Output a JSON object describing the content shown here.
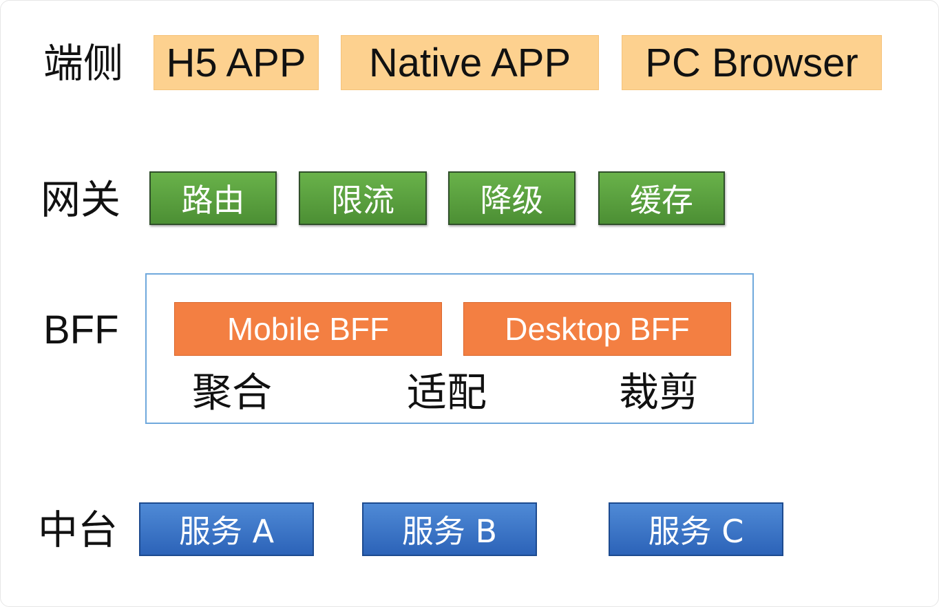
{
  "layers": {
    "client": {
      "label": "端侧",
      "items": [
        "H5 APP",
        "Native APP",
        "PC Browser"
      ]
    },
    "gateway": {
      "label": "网关",
      "items": [
        "路由",
        "限流",
        "降级",
        "缓存"
      ]
    },
    "bff": {
      "label": "BFF",
      "items": [
        "Mobile BFF",
        "Desktop BFF"
      ],
      "features": [
        "聚合",
        "适配",
        "裁剪"
      ]
    },
    "platform": {
      "label": "中台",
      "items": [
        "服务 A",
        "服务 B",
        "服务 C"
      ]
    }
  },
  "colors": {
    "client": "#fdd18f",
    "gateway": "#5aa23e",
    "bff": "#f37f42",
    "bff_border": "#6fa8dc",
    "platform": "#3a75c9"
  }
}
